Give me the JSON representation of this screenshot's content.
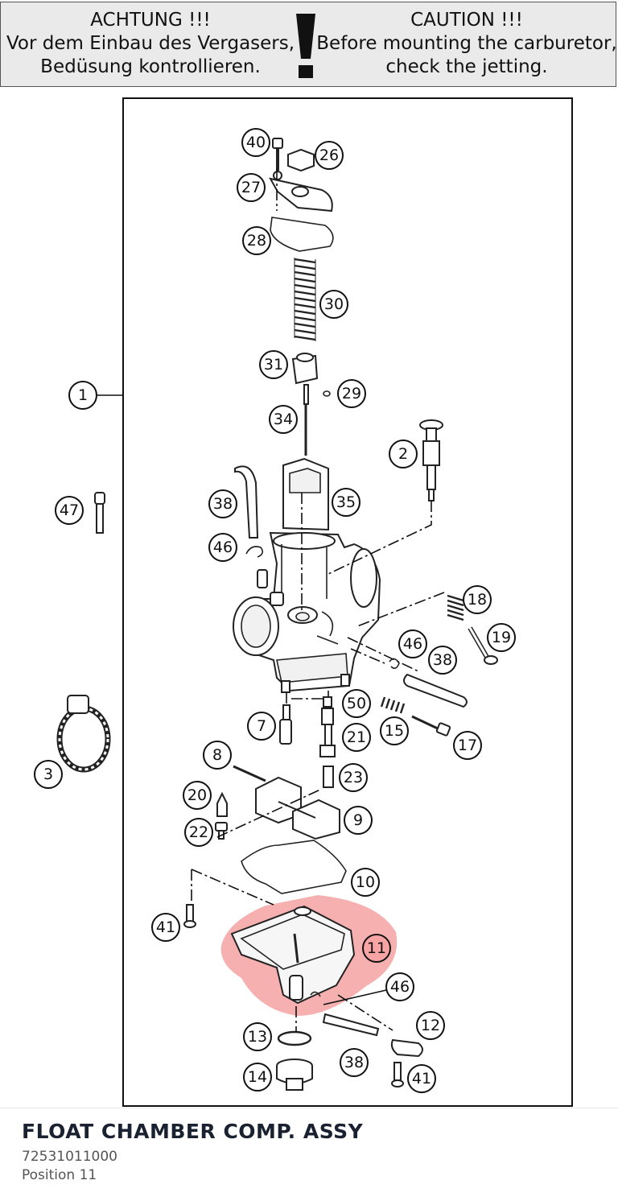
{
  "caution": {
    "de_title": "ACHTUNG !!!",
    "de_line1": "Vor dem Einbau des Vergasers,",
    "de_line2": "Bedüsung kontrollieren.",
    "en_title": "CAUTION !!!",
    "en_line1": "Before mounting the carburetor,",
    "en_line2": "check the jetting.",
    "icon": "exclamation-icon"
  },
  "callouts": {
    "c1": "1",
    "c2": "2",
    "c3": "3",
    "c7": "7",
    "c8": "8",
    "c9": "9",
    "c10": "10",
    "c11": "11",
    "c12": "12",
    "c13": "13",
    "c14": "14",
    "c15": "15",
    "c17": "17",
    "c18": "18",
    "c19": "19",
    "c20": "20",
    "c21": "21",
    "c22": "22",
    "c23": "23",
    "c26": "26",
    "c27": "27",
    "c28": "28",
    "c29": "29",
    "c30": "30",
    "c31": "31",
    "c34": "34",
    "c35": "35",
    "c38a": "38",
    "c38b": "38",
    "c38c": "38",
    "c40": "40",
    "c41a": "41",
    "c41b": "41",
    "c46a": "46",
    "c46b": "46",
    "c46c": "46",
    "c47": "47",
    "c50": "50"
  },
  "highlight": {
    "part": "11",
    "color": "#f07070"
  },
  "footer": {
    "title": "FLOAT CHAMBER COMP. ASSY",
    "part_number": "72531011000",
    "position": "Position 11"
  }
}
